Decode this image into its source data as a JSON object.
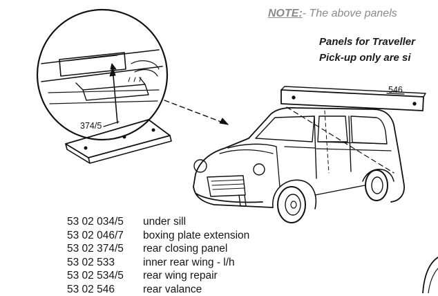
{
  "note": {
    "label": "NOTE:",
    "text": "- The above panels"
  },
  "panels_text": {
    "line1": "Panels for Traveller",
    "line2": "Pick-up only are si"
  },
  "callouts": {
    "inset_part": "374/5",
    "valance_part": "546"
  },
  "parts_list": [
    {
      "code": "53 02 034/5",
      "description": "under sill"
    },
    {
      "code": "53 02 046/7",
      "description": "boxing plate extension"
    },
    {
      "code": "53 02 374/5",
      "description": "rear closing panel"
    },
    {
      "code": "53 02 533",
      "description": "inner rear wing - l/h"
    },
    {
      "code": "53 02 534/5",
      "description": "rear wing repair"
    },
    {
      "code": "53 02 546",
      "description": "rear valance"
    }
  ],
  "colors": {
    "line_art": "#111111",
    "note_text": "#8a8a8a",
    "background": "#ffffff"
  }
}
